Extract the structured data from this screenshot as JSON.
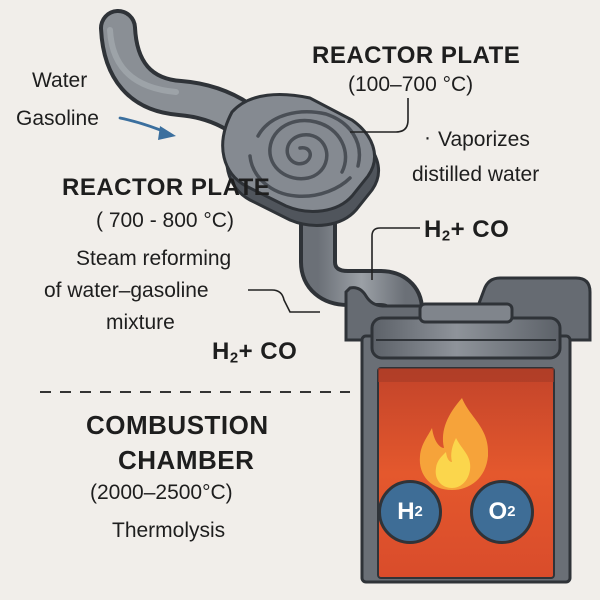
{
  "inputs": {
    "water": "Water",
    "gasoline": "Gasoline"
  },
  "reactor_plate_upper": {
    "title": "REACTOR PLATE",
    "range": "(100–700 °C)",
    "note_bullet": "·",
    "note_line1": "Vaporizes",
    "note_line2": "distilled water"
  },
  "reactor_plate_lower": {
    "title": "REACTOR PLATE",
    "range": "( 700 - 800 °C)",
    "desc_line1": "Steam reforming",
    "desc_line2": "of water–gasoline",
    "desc_line3": "mixture"
  },
  "syngas_upper": {
    "h": "H",
    "sub": "2",
    "rest": "+ CO"
  },
  "syngas_lower": {
    "h": "H",
    "sub": "2",
    "rest": "+ CO"
  },
  "combustion": {
    "title_line1": "COMBUSTION",
    "title_line2": "CHAMBER",
    "range": "(2000–2500°C)",
    "process": "Thermolysis"
  },
  "molecules": {
    "hydrogen": {
      "symbol": "H",
      "sub": "2"
    },
    "oxygen": {
      "symbol": "O",
      "sub": "2"
    }
  },
  "colors": {
    "background": "#f1eeea",
    "pipe": "#7a7f86",
    "pipe_outline": "#2f3338",
    "flame_chamber": "#e0542c",
    "arrow": "#3b6f9e",
    "molecule_circle": "#3e6d96"
  }
}
